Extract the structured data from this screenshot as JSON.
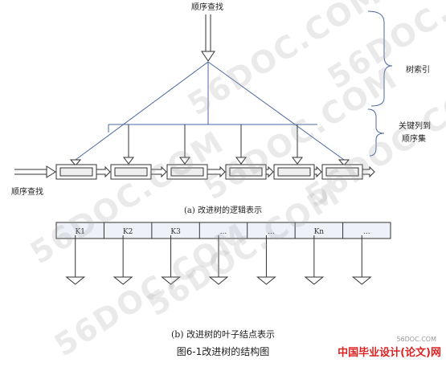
{
  "labels": {
    "top_input": "顺序查找",
    "left_input": "顺序查找",
    "tree_index": "树索引",
    "sequence_set_line1": "关键列到",
    "sequence_set_line2": "顺序集",
    "caption_a": "(a) 改进树的逻辑表示",
    "caption_b": "(b) 改进树的叶子结点表示",
    "figure_title": "图6-1改进树的结构图"
  },
  "leaf_cells": [
    "K1",
    "K2",
    "K3",
    "...",
    "...",
    "Kn",
    "..."
  ],
  "watermark": "56DOC.COM",
  "brand": {
    "site": "56DOC.COM",
    "name": "中国毕业设计(论文)网"
  }
}
